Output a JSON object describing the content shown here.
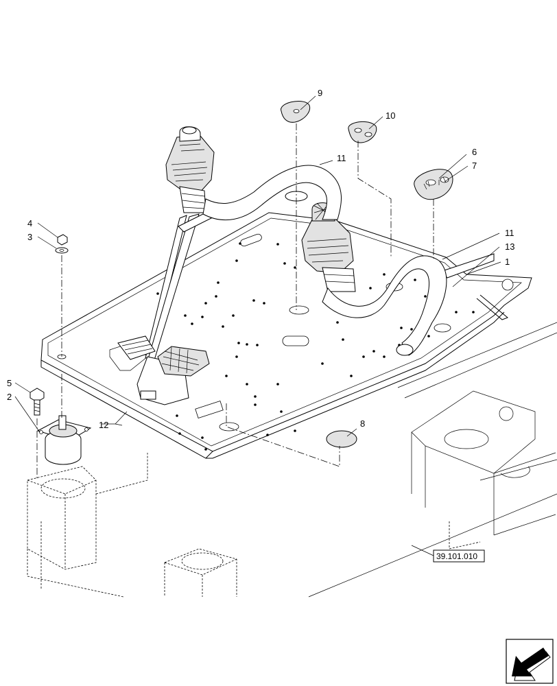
{
  "diagram": {
    "callouts": [
      {
        "id": "c1",
        "label": "1"
      },
      {
        "id": "c2",
        "label": "2"
      },
      {
        "id": "c3",
        "label": "3"
      },
      {
        "id": "c4",
        "label": "4"
      },
      {
        "id": "c5",
        "label": "5"
      },
      {
        "id": "c6",
        "label": "6"
      },
      {
        "id": "c7",
        "label": "7"
      },
      {
        "id": "c8",
        "label": "8"
      },
      {
        "id": "c9",
        "label": "9"
      },
      {
        "id": "c10",
        "label": "10"
      },
      {
        "id": "c11a",
        "label": "11"
      },
      {
        "id": "c11b",
        "label": "11"
      },
      {
        "id": "c12",
        "label": "12"
      },
      {
        "id": "c13",
        "label": "13"
      }
    ],
    "reference_box": "39.101.010",
    "nav_icon": "arrow-down-left-icon"
  }
}
